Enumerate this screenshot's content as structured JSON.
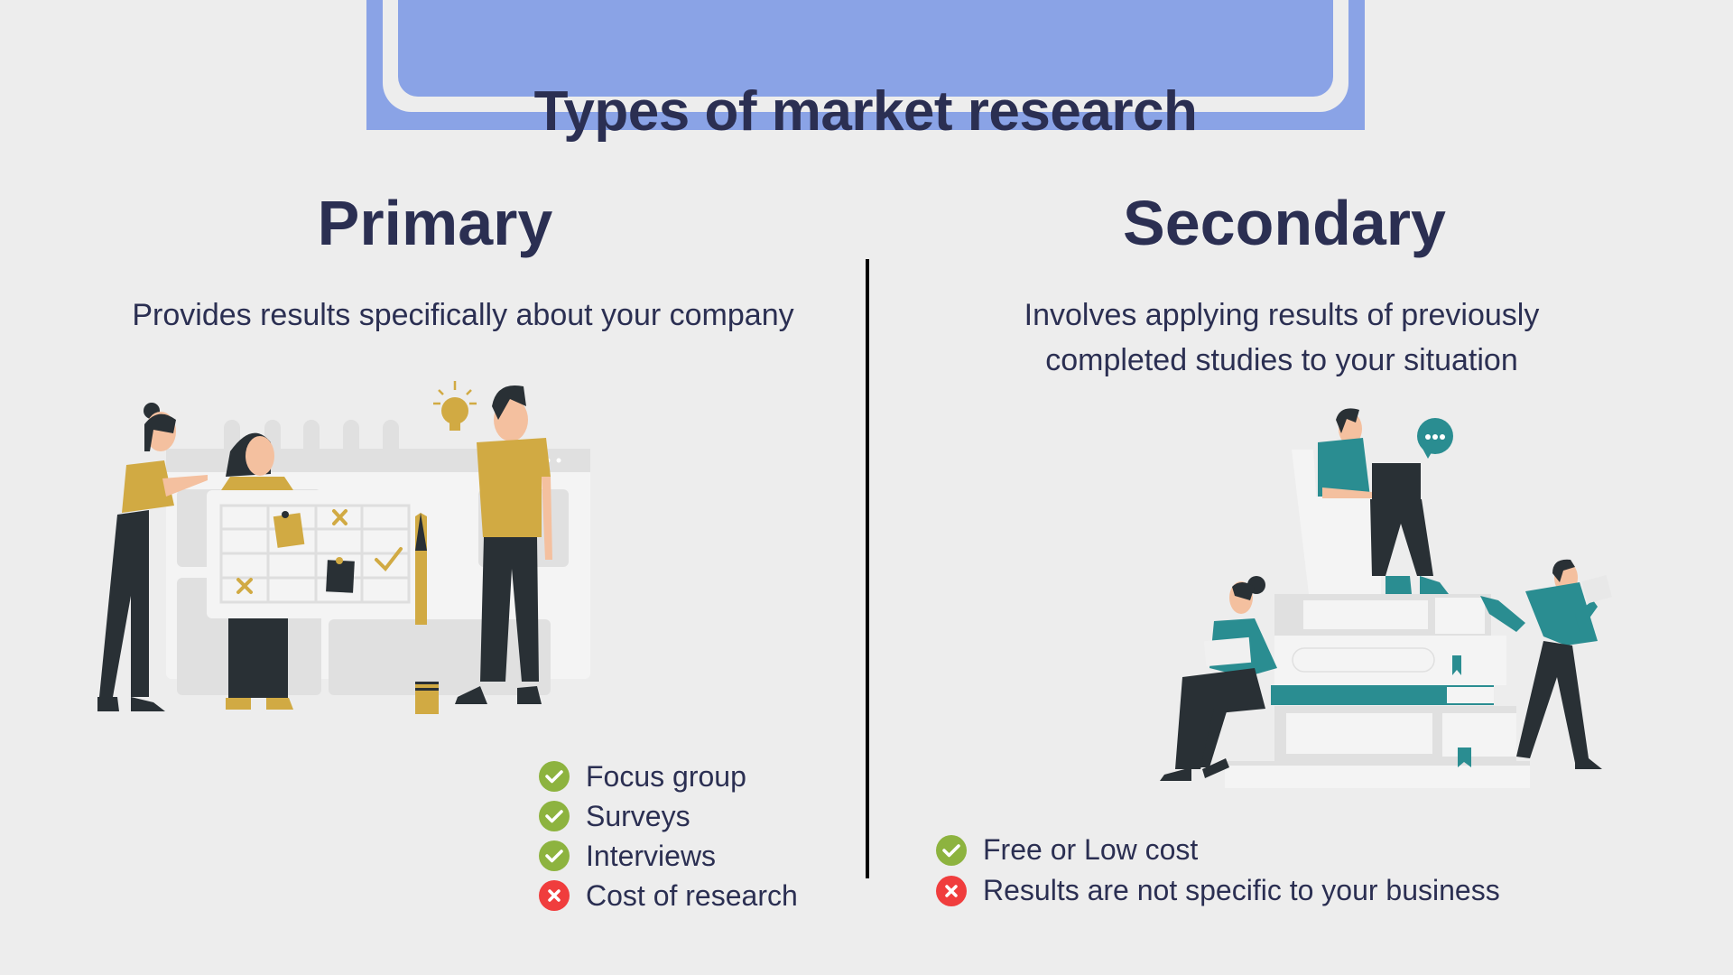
{
  "title": "Types of market research",
  "colors": {
    "background": "#ededed",
    "title_panel": "#8aa3e6",
    "text": "#2b2f52",
    "pro_icon": "#8db33f",
    "con_icon": "#f03d3d",
    "primary_accent": "#d1aa43",
    "secondary_accent": "#2a8d91",
    "dark": "#293035",
    "skin": "#f4c09f"
  },
  "primary": {
    "heading": "Primary",
    "description": "Provides results specifically about your company",
    "illustration": "team-planning-calendar-illustration",
    "points": [
      {
        "type": "pro",
        "icon": "check-circle-icon",
        "label": "Focus group"
      },
      {
        "type": "pro",
        "icon": "check-circle-icon",
        "label": "Surveys"
      },
      {
        "type": "pro",
        "icon": "check-circle-icon",
        "label": "Interviews"
      },
      {
        "type": "con",
        "icon": "x-circle-icon",
        "label": "Cost of research"
      }
    ]
  },
  "secondary": {
    "heading": "Secondary",
    "description_lines": [
      "Involves applying results of previously",
      "completed studies to your situation"
    ],
    "illustration": "people-reading-books-illustration",
    "points": [
      {
        "type": "pro",
        "icon": "check-circle-icon",
        "label": "Free or Low cost"
      },
      {
        "type": "con",
        "icon": "x-circle-icon",
        "label": "Results are not specific to your business"
      }
    ]
  }
}
